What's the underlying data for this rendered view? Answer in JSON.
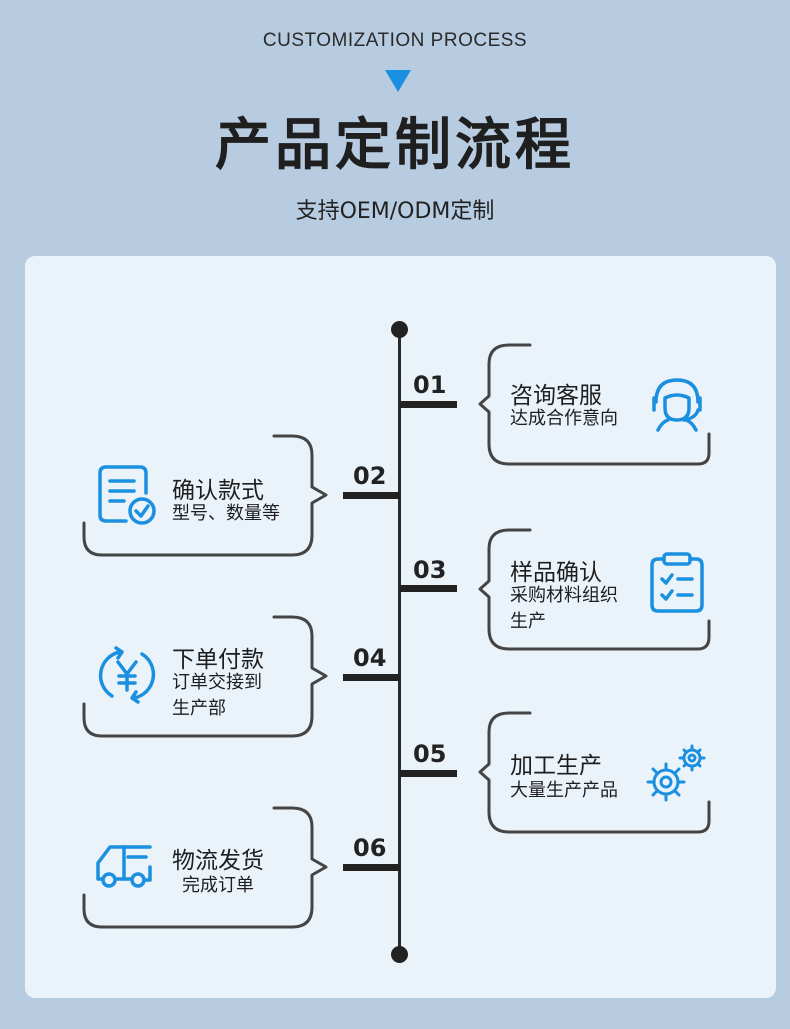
{
  "header": {
    "eyebrow": "CUSTOMIZATION PROCESS",
    "title": "产品定制流程",
    "subtitle": "支持OEM/ODM定制"
  },
  "colors": {
    "background": "#b7cce1",
    "panel": "#eaf3fa",
    "accent": "#1b8fe0",
    "line": "#222222"
  },
  "steps": [
    {
      "num": "01",
      "title": "咨询客服",
      "desc": "达成合作意向",
      "icon": "customer-service-icon",
      "side": "right"
    },
    {
      "num": "02",
      "title": "确认款式",
      "desc": "型号、数量等",
      "icon": "document-check-icon",
      "side": "left"
    },
    {
      "num": "03",
      "title": "样品确认",
      "desc_lines": [
        "采购材料组织",
        "生产"
      ],
      "icon": "clipboard-check-icon",
      "side": "right"
    },
    {
      "num": "04",
      "title": "下单付款",
      "desc_lines": [
        "订单交接到",
        "生产部"
      ],
      "icon": "yuan-payment-icon",
      "side": "left"
    },
    {
      "num": "05",
      "title": "加工生产",
      "desc": "大量生产产品",
      "icon": "gears-icon",
      "side": "right"
    },
    {
      "num": "06",
      "title": "物流发货",
      "desc": "完成订单",
      "icon": "delivery-truck-icon",
      "side": "left"
    }
  ]
}
